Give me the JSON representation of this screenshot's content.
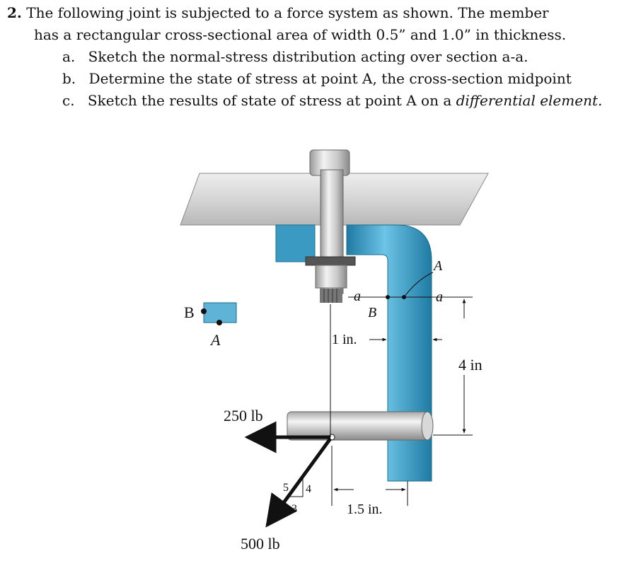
{
  "problem": {
    "number": "2.",
    "intro_1": "The following joint is subjected to a force system as shown. The member",
    "intro_2": "has a rectangular cross-sectional area of width 0.5” and 1.0” in thickness.",
    "parts": [
      {
        "letter": "a.",
        "text": "Sketch the normal-stress distribution acting over section a-a."
      },
      {
        "letter": "b.",
        "text": "Determine the state of stress at point A, the cross-section midpoint"
      },
      {
        "letter": "c.",
        "text": "Sketch the results of state of stress at point A on a ",
        "emphasis": "differential element."
      }
    ]
  },
  "figure": {
    "colors": {
      "member": "#2f8fb8",
      "member_light": "#6cc0e0",
      "steel": "#c8c8c8",
      "plate": "#d8d8d8"
    },
    "labels": {
      "point_B_left": "B",
      "point_A_left": "A",
      "section_a_left": "a",
      "section_a_right": "a",
      "section_view_A": "A",
      "point_B_section": "B",
      "dim_1in": "1 in.",
      "dim_4in": "4 in",
      "dim_1_5in": "1.5 in.",
      "force_250": "250 lb",
      "force_500": "500 lb",
      "slope_5": "5",
      "slope_4": "4",
      "slope_3": "3"
    }
  }
}
